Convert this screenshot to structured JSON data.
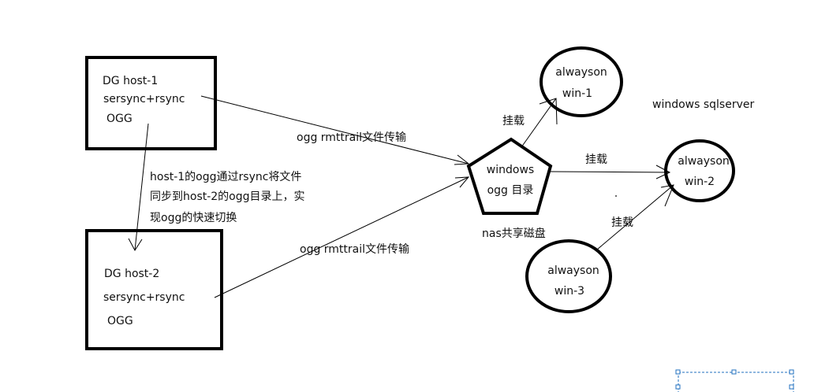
{
  "nodes": {
    "host1": {
      "lines": [
        "DG host-1",
        "sersync+rsync",
        "OGG"
      ]
    },
    "host2": {
      "lines": [
        "DG host-2",
        "sersync+rsync",
        "OGG"
      ]
    },
    "nas": {
      "lines": [
        "windows",
        "ogg 目录"
      ],
      "caption": "nas共享磁盘"
    },
    "win1": {
      "lines": [
        "alwayson",
        "win-1"
      ]
    },
    "win2": {
      "lines": [
        "alwayson",
        "win-2"
      ]
    },
    "win3": {
      "lines": [
        "alwayson",
        "win-3"
      ]
    }
  },
  "edges": {
    "host1_nas": "ogg rmttrail文件传输",
    "host2_nas": "ogg rmttrail文件传输",
    "nas_win1": "挂载",
    "nas_win2": "挂载",
    "win3_win2": "挂载"
  },
  "annotations": {
    "sync_note": [
      "host-1的ogg通过rsync将文件",
      "同步到host-2的ogg目录上，实",
      "现ogg的快速切换"
    ],
    "cluster_label": "windows sqlserver"
  },
  "colors": {
    "stroke": "#000000",
    "text": "#111111",
    "selection": "#1f6fbf"
  }
}
